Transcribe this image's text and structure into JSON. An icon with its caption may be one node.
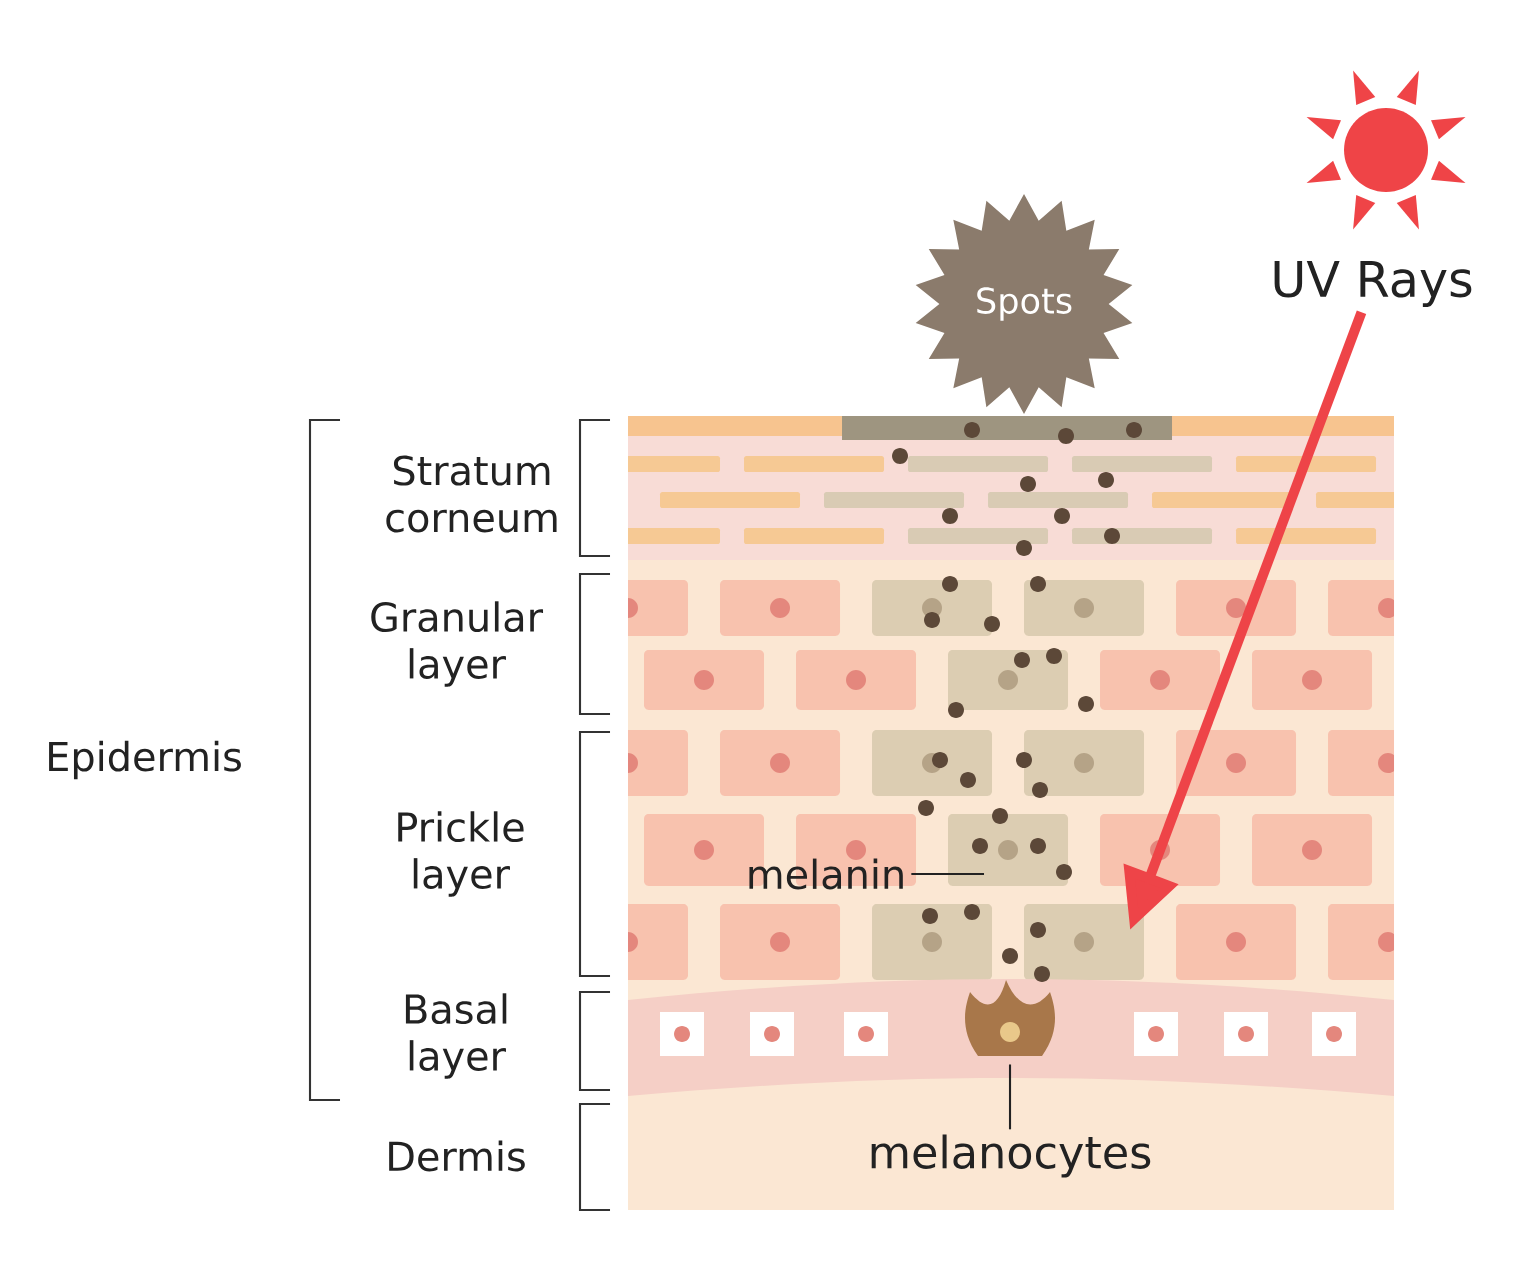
{
  "diagram": {
    "nodes": [
      {
        "text": [
          "Spots"
        ]
      },
      {
        "text": [
          "UV Rays"
        ]
      },
      {
        "text": [
          "melanin"
        ]
      },
      {
        "text": [
          "melanocytes"
        ]
      },
      {
        "text": [],
        "shape": "picture"
      }
    ],
    "edges": [
      {
        "from": 1,
        "to": null,
        "arrow": "to",
        "style": "thick",
        "color": "#ee4448"
      },
      {
        "from": 2,
        "to": null,
        "arrow": "none"
      },
      {
        "from": 3,
        "to": 4,
        "arrow": "none"
      }
    ],
    "labels": [
      "Stratum corneum",
      "Granular layer",
      "Epidermis",
      "Prickle layer",
      "Basal layer",
      "Dermis"
    ]
  }
}
